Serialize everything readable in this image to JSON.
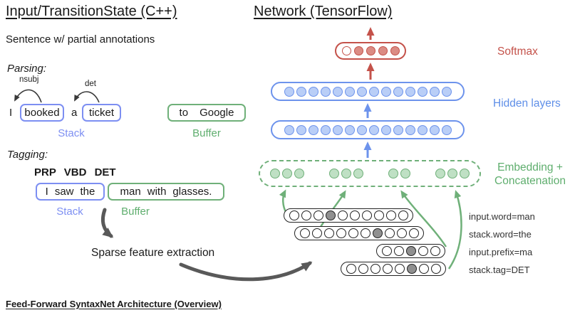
{
  "header": {
    "left_title": "Input/TransitionState (C++)",
    "right_title": "Network (TensorFlow)"
  },
  "footer": "Feed-Forward SyntaxNet Architecture (Overview)",
  "input_panel": {
    "subtitle": "Sentence w/ partial annotations",
    "parsing": {
      "label": "Parsing:",
      "arc_nsubj": "nsubj",
      "arc_det": "det",
      "token_i": "I",
      "stack_word1": "booked",
      "token_a": "a",
      "stack_word2": "ticket",
      "buffer": [
        "to",
        "Google"
      ],
      "stack_label": "Stack",
      "buffer_label": "Buffer"
    },
    "tagging": {
      "label": "Tagging:",
      "tags": "PRP VBD DET",
      "stack": [
        "I",
        "saw",
        "the"
      ],
      "buffer": [
        "man",
        "with",
        "glasses."
      ],
      "stack_label": "Stack",
      "buffer_label": "Buffer"
    },
    "sparse_label": "Sparse feature extraction"
  },
  "network": {
    "softmax": {
      "label": "Softmax",
      "circles": 5,
      "filled": [
        1,
        2,
        3,
        4
      ]
    },
    "hidden_label": "Hidden layers",
    "hidden_layers": [
      {
        "circles": 14
      },
      {
        "circles": 14
      }
    ],
    "embedding": {
      "label_line1": "Embedding +",
      "label_line2": "Concatenation",
      "groups": [
        3,
        3,
        2,
        3
      ]
    },
    "features": [
      {
        "label": "input.word=man",
        "circles": 10,
        "filled": 3
      },
      {
        "label": "stack.word=the",
        "circles": 10,
        "filled": 6
      },
      {
        "label": "input.prefix=ma",
        "circles": 5,
        "filled": 2
      },
      {
        "label": "stack.tag=DET",
        "circles": 8,
        "filled": 5
      }
    ]
  },
  "colors": {
    "box_blue": "#7d8ff2",
    "network_blue": "#6d93ec",
    "green": "#6fb079",
    "red": "#c4524a",
    "arrow_gray": "#595959"
  }
}
